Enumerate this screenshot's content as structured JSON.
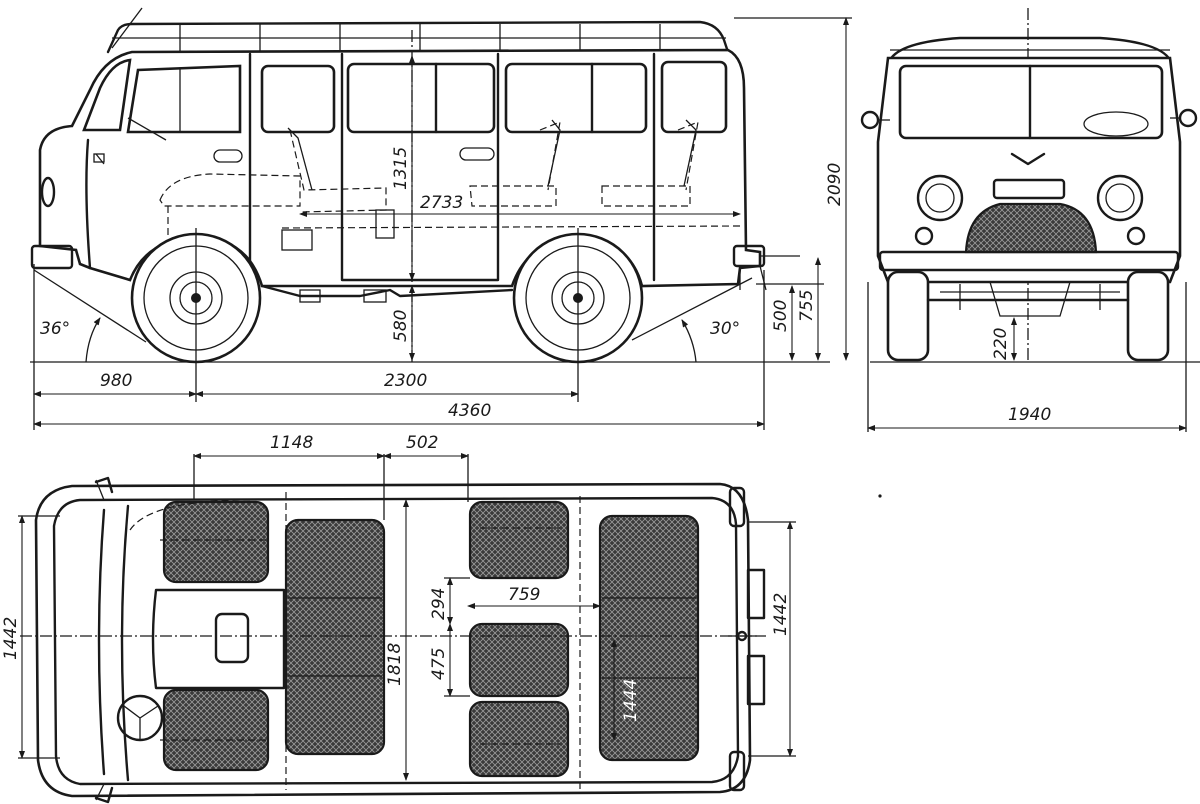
{
  "side_view": {
    "dims": {
      "front_overhang": "980",
      "wheelbase": "2300",
      "overall_length": "4360",
      "interior_height": "1315",
      "interior_length": "2733",
      "ground_clearance_floor": "580",
      "overall_height": "2090",
      "rear_bumper_height": "500",
      "rear_frame_height": "755",
      "approach_angle": "36°",
      "departure_angle": "30°"
    }
  },
  "front_view": {
    "dims": {
      "overall_width": "1940",
      "ground_clearance": "220"
    }
  },
  "top_view": {
    "dims": {
      "front_seat_span": "1148",
      "aisle_span": "502",
      "body_width_left": "1442",
      "body_width_right": "1442",
      "seat_gap": "294",
      "seat_width": "475",
      "seat_spacing": "759",
      "interior_width": "1818",
      "rear_bench_length": "1444"
    }
  }
}
